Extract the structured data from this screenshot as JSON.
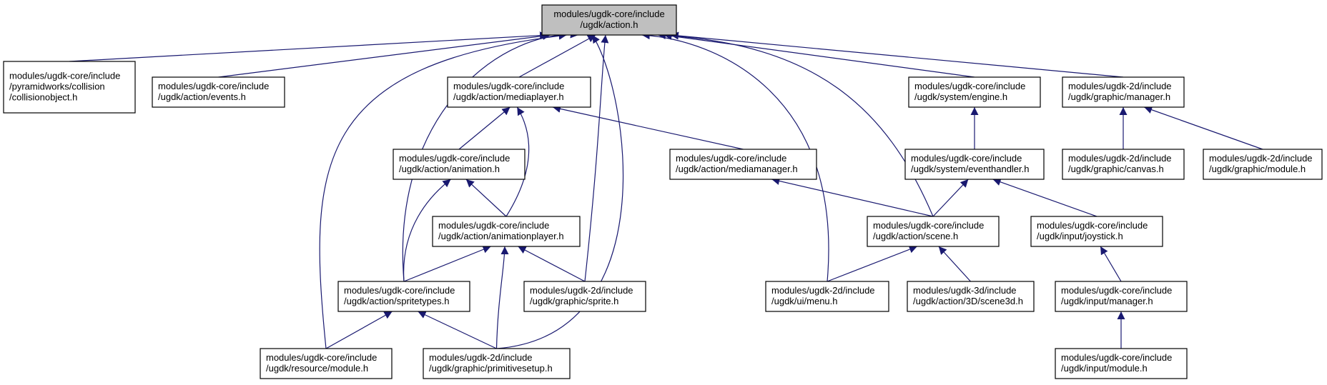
{
  "diagram": {
    "colors": {
      "edge": "#191970",
      "root_fill": "#bfbfbf",
      "node_fill": "#ffffff",
      "border": "#000000"
    },
    "nodes": [
      {
        "id": "root",
        "lines": [
          "modules/ugdk-core/include",
          "/ugdk/action.h"
        ],
        "highlighted": true
      },
      {
        "id": "collisionobject",
        "lines": [
          "modules/ugdk-core/include",
          "/pyramidworks/collision",
          "/collisionobject.h"
        ]
      },
      {
        "id": "events",
        "lines": [
          "modules/ugdk-core/include",
          "/ugdk/action/events.h"
        ]
      },
      {
        "id": "mediaplayer",
        "lines": [
          "modules/ugdk-core/include",
          "/ugdk/action/mediaplayer.h"
        ]
      },
      {
        "id": "engine",
        "lines": [
          "modules/ugdk-core/include",
          "/ugdk/system/engine.h"
        ]
      },
      {
        "id": "graphicmanager",
        "lines": [
          "modules/ugdk-2d/include",
          "/ugdk/graphic/manager.h"
        ]
      },
      {
        "id": "animation",
        "lines": [
          "modules/ugdk-core/include",
          "/ugdk/action/animation.h"
        ]
      },
      {
        "id": "mediamanager",
        "lines": [
          "modules/ugdk-core/include",
          "/ugdk/action/mediamanager.h"
        ]
      },
      {
        "id": "eventhandler",
        "lines": [
          "modules/ugdk-core/include",
          "/ugdk/system/eventhandler.h"
        ]
      },
      {
        "id": "canvas",
        "lines": [
          "modules/ugdk-2d/include",
          "/ugdk/graphic/canvas.h"
        ]
      },
      {
        "id": "graphicmodule",
        "lines": [
          "modules/ugdk-2d/include",
          "/ugdk/graphic/module.h"
        ]
      },
      {
        "id": "animationplayer",
        "lines": [
          "modules/ugdk-core/include",
          "/ugdk/action/animationplayer.h"
        ]
      },
      {
        "id": "scene",
        "lines": [
          "modules/ugdk-core/include",
          "/ugdk/action/scene.h"
        ]
      },
      {
        "id": "joystick",
        "lines": [
          "modules/ugdk-core/include",
          "/ugdk/input/joystick.h"
        ]
      },
      {
        "id": "spritetypes",
        "lines": [
          "modules/ugdk-core/include",
          "/ugdk/action/spritetypes.h"
        ]
      },
      {
        "id": "sprite",
        "lines": [
          "modules/ugdk-2d/include",
          "/ugdk/graphic/sprite.h"
        ]
      },
      {
        "id": "menu",
        "lines": [
          "modules/ugdk-2d/include",
          "/ugdk/ui/menu.h"
        ]
      },
      {
        "id": "scene3d",
        "lines": [
          "modules/ugdk-3d/include",
          "/ugdk/action/3D/scene3d.h"
        ]
      },
      {
        "id": "inputmanager",
        "lines": [
          "modules/ugdk-core/include",
          "/ugdk/input/manager.h"
        ]
      },
      {
        "id": "resourcemodule",
        "lines": [
          "modules/ugdk-core/include",
          "/ugdk/resource/module.h"
        ]
      },
      {
        "id": "primitivesetup",
        "lines": [
          "modules/ugdk-2d/include",
          "/ugdk/graphic/primitivesetup.h"
        ]
      },
      {
        "id": "inputmodule",
        "lines": [
          "modules/ugdk-core/include",
          "/ugdk/input/module.h"
        ]
      }
    ],
    "edges": [
      {
        "from": "collisionobject",
        "to": "root"
      },
      {
        "from": "events",
        "to": "root"
      },
      {
        "from": "mediaplayer",
        "to": "root"
      },
      {
        "from": "engine",
        "to": "root"
      },
      {
        "from": "graphicmanager",
        "to": "root"
      },
      {
        "from": "spritetypes",
        "to": "root"
      },
      {
        "from": "sprite",
        "to": "root"
      },
      {
        "from": "primitivesetup",
        "to": "root"
      },
      {
        "from": "resourcemodule",
        "to": "root"
      },
      {
        "from": "menu",
        "to": "root"
      },
      {
        "from": "scene",
        "to": "root"
      },
      {
        "from": "animation",
        "to": "mediaplayer"
      },
      {
        "from": "animationplayer",
        "to": "mediaplayer"
      },
      {
        "from": "mediamanager",
        "to": "mediaplayer"
      },
      {
        "from": "spritetypes",
        "to": "animation"
      },
      {
        "from": "animationplayer",
        "to": "animation"
      },
      {
        "from": "spritetypes",
        "to": "animationplayer"
      },
      {
        "from": "sprite",
        "to": "animationplayer"
      },
      {
        "from": "primitivesetup",
        "to": "animationplayer"
      },
      {
        "from": "resourcemodule",
        "to": "spritetypes"
      },
      {
        "from": "primitivesetup",
        "to": "spritetypes"
      },
      {
        "from": "eventhandler",
        "to": "engine"
      },
      {
        "from": "scene",
        "to": "eventhandler"
      },
      {
        "from": "joystick",
        "to": "eventhandler"
      },
      {
        "from": "scene",
        "to": "mediamanager"
      },
      {
        "from": "menu",
        "to": "scene"
      },
      {
        "from": "scene3d",
        "to": "scene"
      },
      {
        "from": "inputmanager",
        "to": "joystick"
      },
      {
        "from": "inputmodule",
        "to": "inputmanager"
      },
      {
        "from": "canvas",
        "to": "graphicmanager"
      },
      {
        "from": "graphicmodule",
        "to": "graphicmanager"
      }
    ]
  }
}
